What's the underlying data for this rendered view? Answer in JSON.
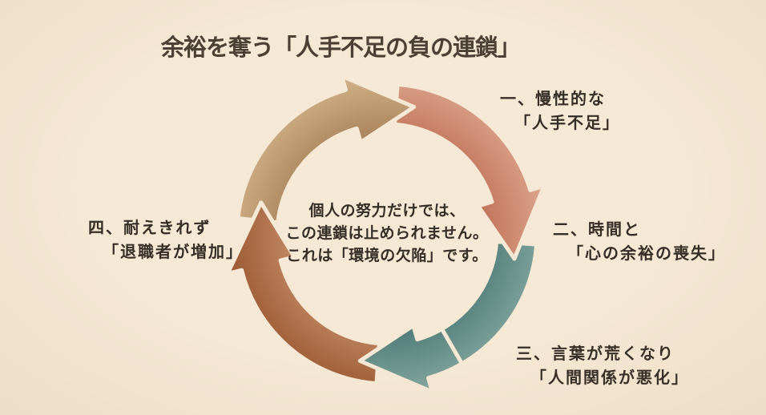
{
  "title": "余裕を奪う「人手不足の負の連鎖」",
  "center_note": {
    "lines": [
      "個人の努力だけでは、",
      "この連鎖は止められません。",
      "これは「環境の欠陥」です。"
    ]
  },
  "steps": [
    {
      "number": "一",
      "line1": "一、慢性的な",
      "line2": "「人手不足」",
      "arc_inner_color": "#A8825A",
      "arc_outer_color": "#D2B38B"
    },
    {
      "number": "二",
      "line1": "二、時間と",
      "line2": "「心の余裕の喪失」",
      "arc_inner_color": "#C07359",
      "arc_outer_color": "#DCA68E"
    },
    {
      "number": "三",
      "line1": "三、言葉が荒くなり",
      "line2": "「人間関係が悪化」",
      "arc_inner_color": "#4F7B78",
      "arc_outer_color": "#85A8A0"
    },
    {
      "number": "四",
      "line1": "四、耐えきれず",
      "line2": "「退職者が増加」",
      "arc_inner_color": "#C08763",
      "arc_outer_color": "#99572F"
    }
  ],
  "colors": {
    "background": "#F5E8D4",
    "arc_outline": "#F5E8D4",
    "title_text": "#4A4134",
    "body_text": "#352E26"
  }
}
